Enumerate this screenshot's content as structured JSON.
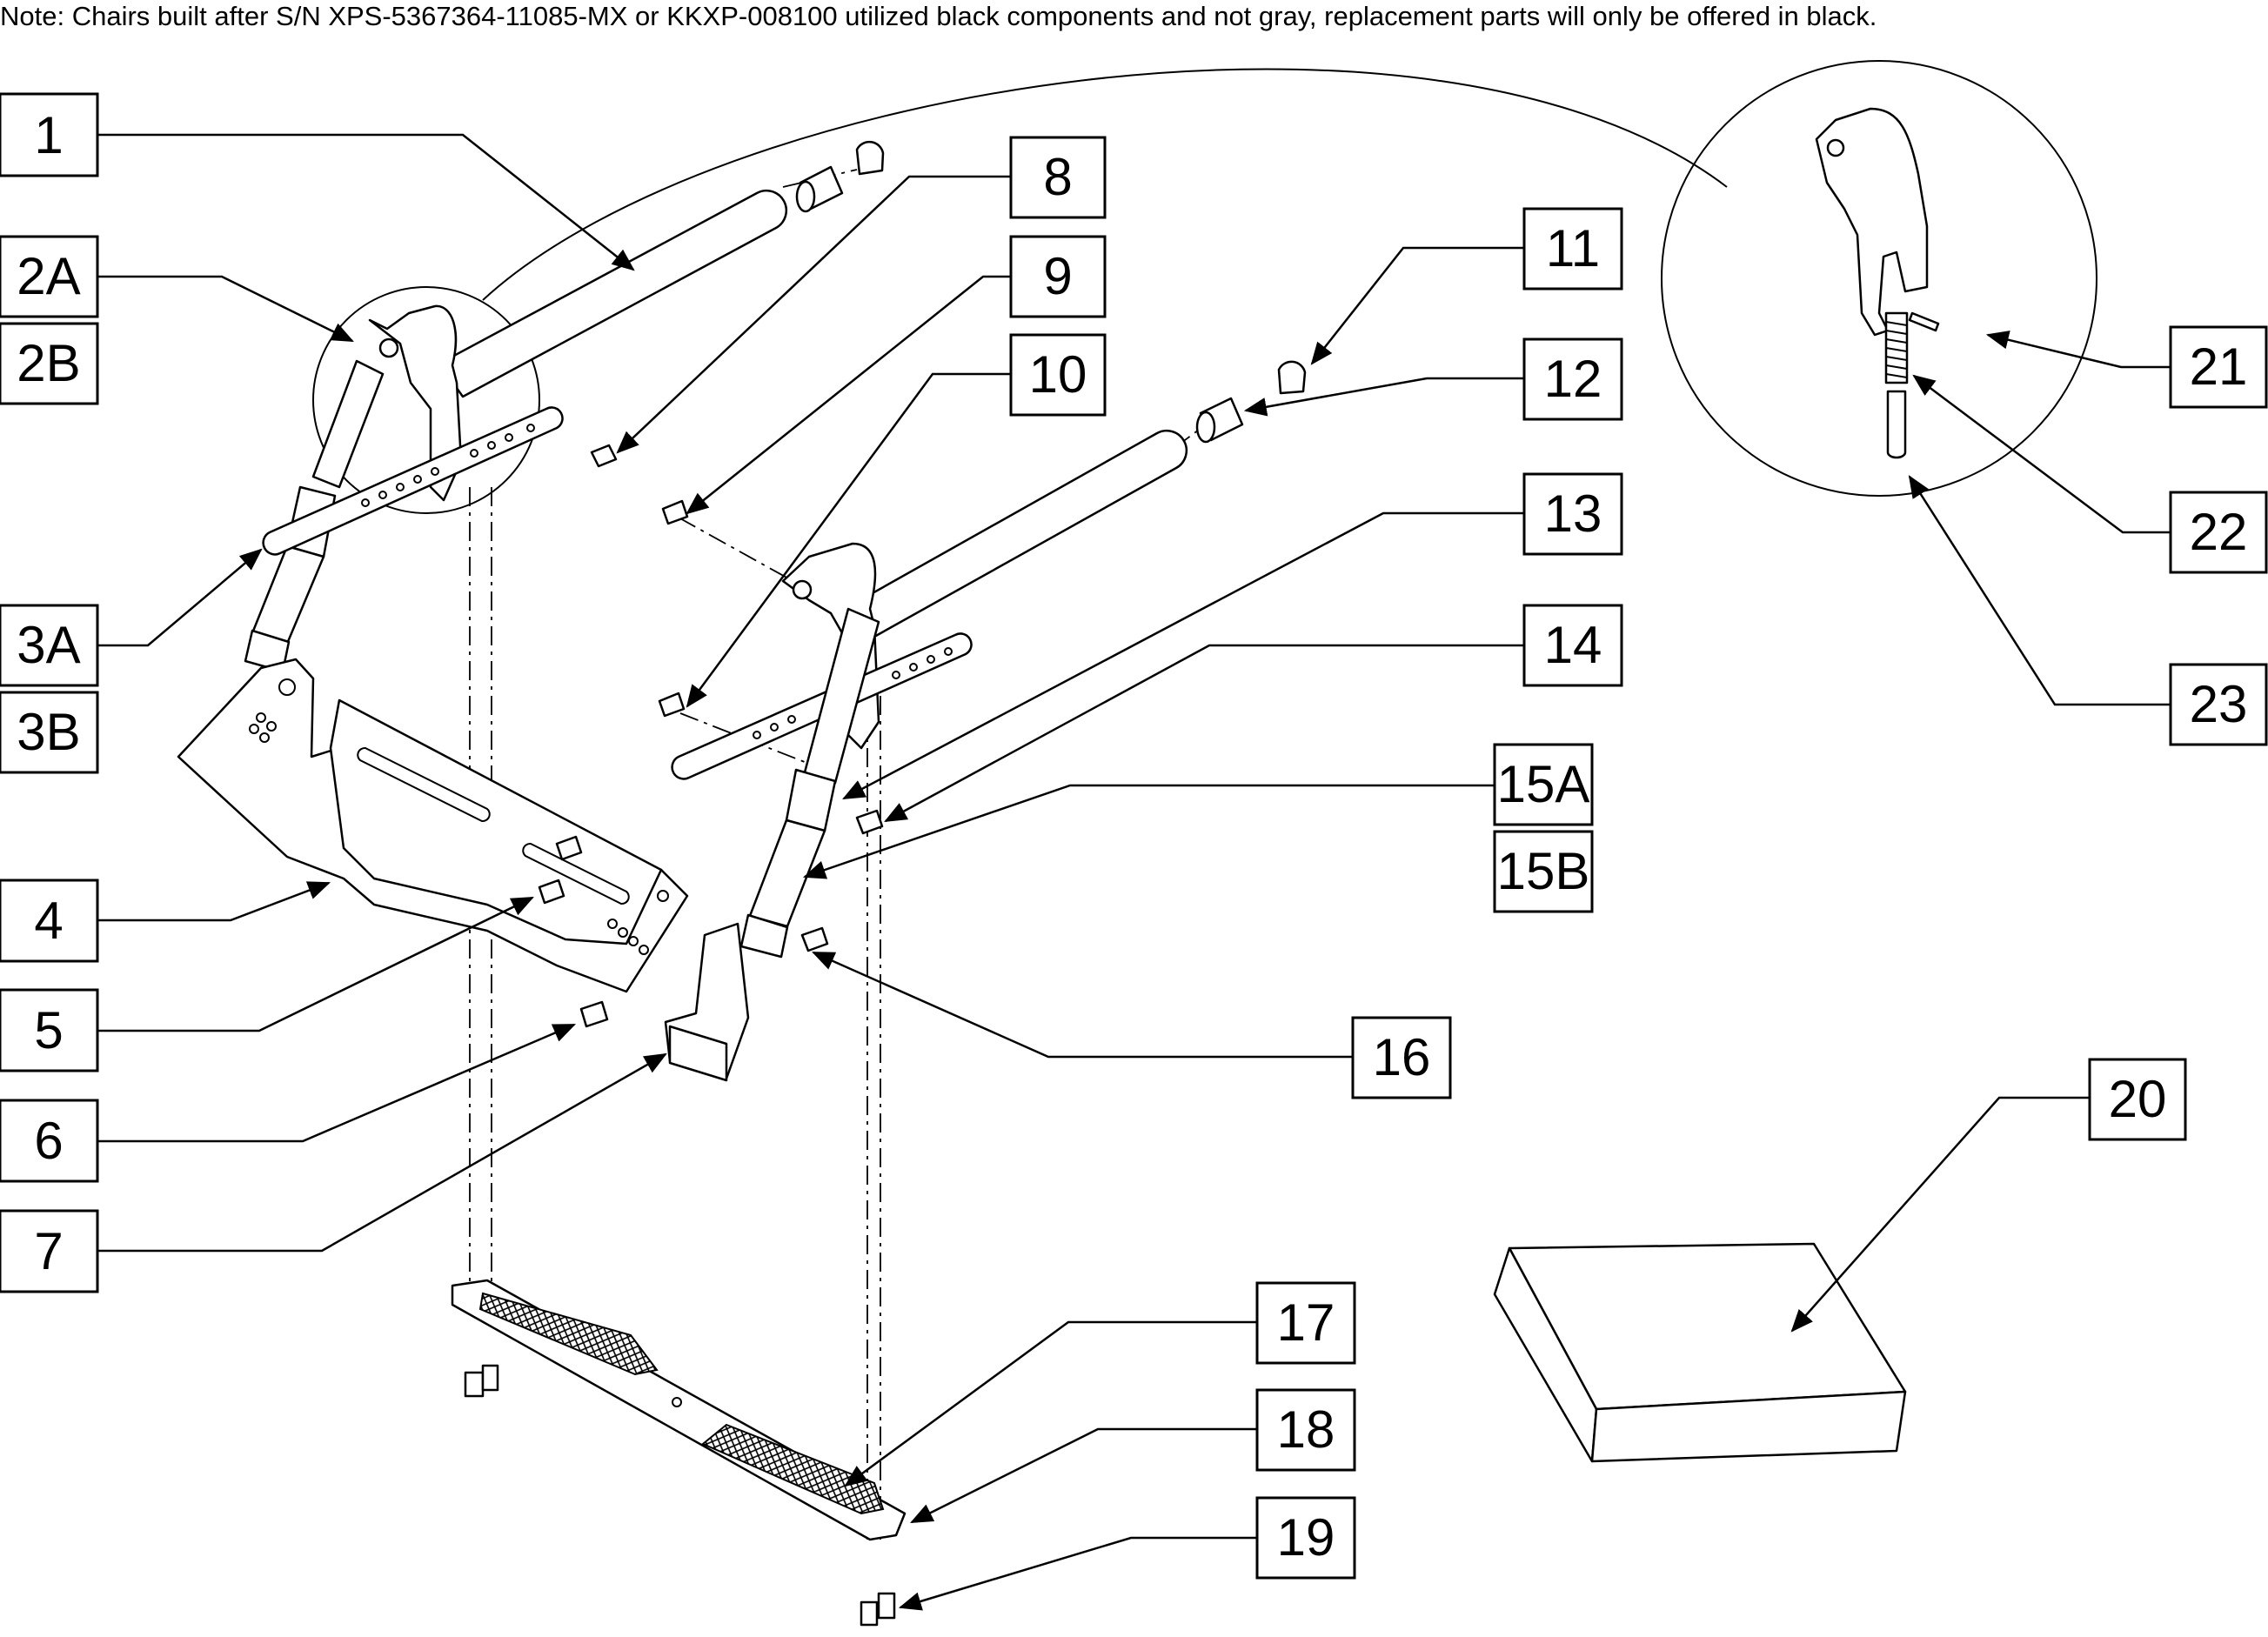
{
  "note": "Note: Chairs built after S/N XPS-5367364-11085-MX or KKXP-008100 utilized black components and not gray, replacement parts will only be offered in black.",
  "callouts": [
    {
      "id": "c1",
      "label": "1"
    },
    {
      "id": "c2a",
      "label": "2A"
    },
    {
      "id": "c2b",
      "label": "2B"
    },
    {
      "id": "c3a",
      "label": "3A"
    },
    {
      "id": "c3b",
      "label": "3B"
    },
    {
      "id": "c4",
      "label": "4"
    },
    {
      "id": "c5",
      "label": "5"
    },
    {
      "id": "c6",
      "label": "6"
    },
    {
      "id": "c7",
      "label": "7"
    },
    {
      "id": "c8",
      "label": "8"
    },
    {
      "id": "c9",
      "label": "9"
    },
    {
      "id": "c10",
      "label": "10"
    },
    {
      "id": "c11",
      "label": "11"
    },
    {
      "id": "c12",
      "label": "12"
    },
    {
      "id": "c13",
      "label": "13"
    },
    {
      "id": "c14",
      "label": "14"
    },
    {
      "id": "c15a",
      "label": "15A"
    },
    {
      "id": "c15b",
      "label": "15B"
    },
    {
      "id": "c16",
      "label": "16"
    },
    {
      "id": "c17",
      "label": "17"
    },
    {
      "id": "c18",
      "label": "18"
    },
    {
      "id": "c19",
      "label": "19"
    },
    {
      "id": "c20",
      "label": "20"
    },
    {
      "id": "c21",
      "label": "21"
    },
    {
      "id": "c22",
      "label": "22"
    },
    {
      "id": "c23",
      "label": "23"
    }
  ]
}
